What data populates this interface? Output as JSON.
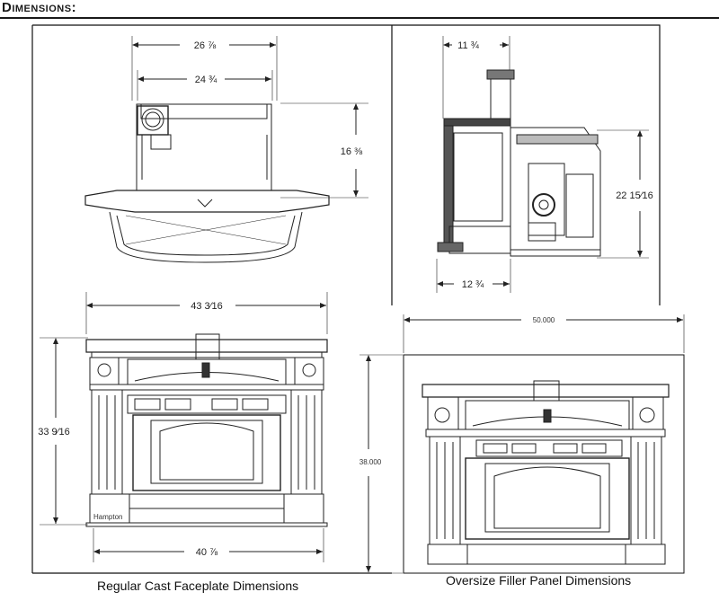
{
  "title": "Dimensions:",
  "captions": {
    "regular": "Regular Cast Faceplate Dimensions",
    "oversize": "Oversize Filler Panel Dimensions"
  },
  "dimensions": {
    "top_overall_width": "26 ⅞",
    "top_inner_width": "24 ¾",
    "top_depth": "16 ⅜",
    "side_top_width": "11 ¾",
    "side_height": "22 15⁄16",
    "side_bottom_width": "12 ¾",
    "front_top_width": "43 3⁄16",
    "front_height": "33 9⁄16",
    "front_bottom_width": "40 ⅞",
    "oversize_width": "50.000",
    "oversize_height": "38.000"
  },
  "badge_text": "Hampton"
}
